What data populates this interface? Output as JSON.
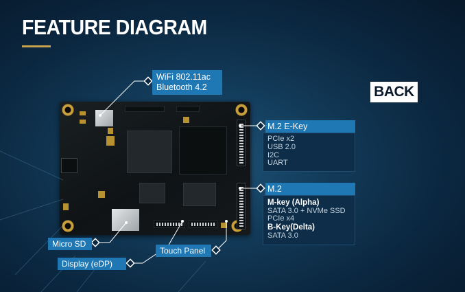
{
  "header": {
    "title": "FEATURE DIAGRAM",
    "badge": "BACK"
  },
  "callouts": {
    "wifi": {
      "line1": "WiFi 802.11ac",
      "line2": "Bluetooth  4.2"
    },
    "m2_ekey": {
      "title": "M.2 E-Key",
      "items": [
        "PCIe x2",
        "USB 2.0",
        "I2C",
        "UART"
      ]
    },
    "m2": {
      "title": "M.2",
      "mkey_title": "M-key (Alpha)",
      "mkey_line1": "SATA 3.0 + NVMe SSD",
      "mkey_line2": "PCIe  x4",
      "bkey_title": "B-Key(Delta)",
      "bkey_line1": "SATA 3.0"
    },
    "micro_sd": "Micro SD",
    "display": "Display (eDP)",
    "touch_panel": "Touch Panel"
  },
  "colors": {
    "label_blue": "#1f78b4",
    "panel_navy": "#0d2d48",
    "accent_gold": "#c8a24a"
  }
}
